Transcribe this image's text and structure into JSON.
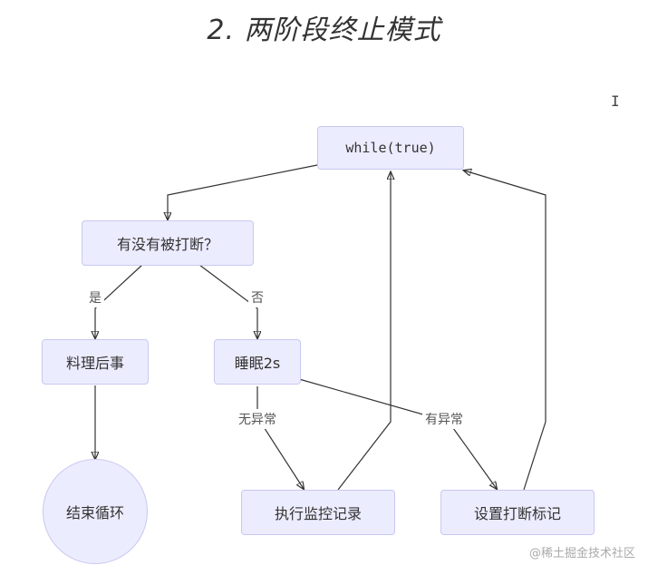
{
  "title": "2. 两阶段终止模式",
  "nodes": {
    "while_true": "while(true)",
    "interrupted_check": "有没有被打断？",
    "cleanup": "料理后事",
    "sleep": "睡眠2s",
    "end_loop": "结束循环",
    "record": "执行监控记录",
    "set_flag": "设置打断标记"
  },
  "edge_labels": {
    "yes": "是",
    "no": "否",
    "no_exception": "无异常",
    "has_exception": "有异常"
  },
  "cursor_glyph": "I",
  "watermark": "@稀土掘金技术社区"
}
